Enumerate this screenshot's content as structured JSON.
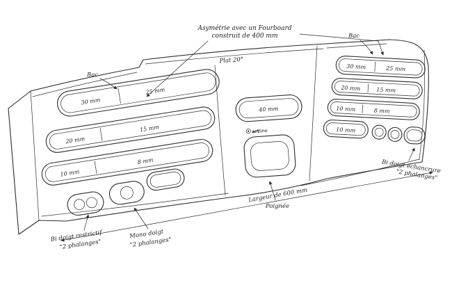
{
  "sketch": {
    "asymmetry_note": {
      "line1": "Asymétrie avec un Fourboard",
      "line2": "construit de 400 mm"
    },
    "bac_left": "Bac",
    "bac_right": "Bac",
    "plat_note": "Plat 20°",
    "poignee": "Poignée",
    "largeur": "Largeur de 600 mm",
    "bi_restrictif": {
      "line1": "Bi doigt restrictif",
      "line2": "\"2 phalanges\""
    },
    "mono": {
      "line1": "Mono doigt",
      "line2": "\"2 phalanges\""
    },
    "bi_echancrure": {
      "line1": "Bi doigt échancrure",
      "line2": "\"2 phalanges\""
    }
  },
  "logo": {
    "prefix": "art",
    "suffix": "line"
  },
  "left_section": {
    "rows": [
      {
        "left": "30 mm",
        "right": "25 mm"
      },
      {
        "left": "20 mm",
        "right": "15 mm"
      },
      {
        "left": "10 mm",
        "right": "8 mm"
      }
    ]
  },
  "center_section": {
    "slot": "40 mm"
  },
  "right_section": {
    "rows": [
      {
        "left": "30 mm",
        "right": "25 mm"
      },
      {
        "left": "20 mm",
        "right": "15 mm"
      },
      {
        "left": "10 mm",
        "right": "8 mm"
      },
      {
        "left": "10 mm"
      }
    ]
  },
  "colors": {
    "ink": "#2b2b2b",
    "background": "#ffffff"
  }
}
